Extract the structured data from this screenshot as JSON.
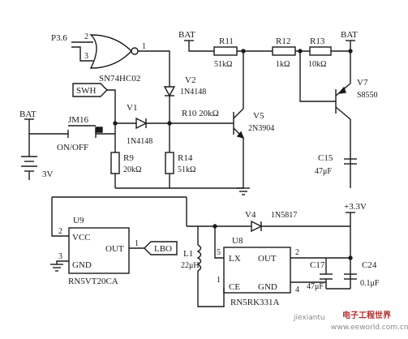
{
  "labels": {
    "p36": "P3.6",
    "pin2": "2",
    "pin3": "3",
    "pin1": "1",
    "nor_part": "SN74HC02",
    "swh": "SWH",
    "bat_left": "BAT",
    "jm16": "JM16",
    "onoff": "ON/OFF",
    "v1": "V1",
    "v1_part": "1N4148",
    "r9": "R9",
    "r9_val": "20kΩ",
    "r14": "R14",
    "r14_val": "51kΩ",
    "bat_mid": "BAT",
    "v2": "V2",
    "v2_part": "1N4148",
    "r10": "R10 20kΩ",
    "v5": "V5",
    "v5_part": "2N3904",
    "r11": "R11",
    "r11_val": "51kΩ",
    "r12": "R12",
    "r12_val": "1kΩ",
    "r13": "R13",
    "r13_val": "10kΩ",
    "bat_right": "BAT",
    "v7": "V7",
    "v7_part": "S8550",
    "c15": "C15",
    "c15_val": "47μF",
    "batt_3v": "3V",
    "u9": "U9",
    "u9_pin2": "2",
    "u9_pin3": "3",
    "u9_pin1": "1",
    "u9_vcc": "VCC",
    "u9_out": "OUT",
    "u9_gnd": "GND",
    "u9_part": "RN5VT20CA",
    "lbo": "LBO",
    "v4": "V4",
    "v4_part": "1N5817",
    "v33": "+3.3V",
    "u8": "U8",
    "u8_pin5": "5",
    "u8_pin2": "2",
    "u8_pin1": "1",
    "u8_pin4": "4",
    "u8_lx": "LX",
    "u8_out": "OUT",
    "u8_ce": "CE",
    "u8_gnd": "GND",
    "u8_part": "RN5RK331A",
    "l1": "L1",
    "l1_val": "22μH",
    "c17": "C17",
    "c17_val": "47μF",
    "c24": "C24",
    "c24_val": "0.1μF",
    "wm_cn": "电子工程世界",
    "wm_url": "www.eeworld.com.cn",
    "wm_small": "jiexiantu"
  }
}
